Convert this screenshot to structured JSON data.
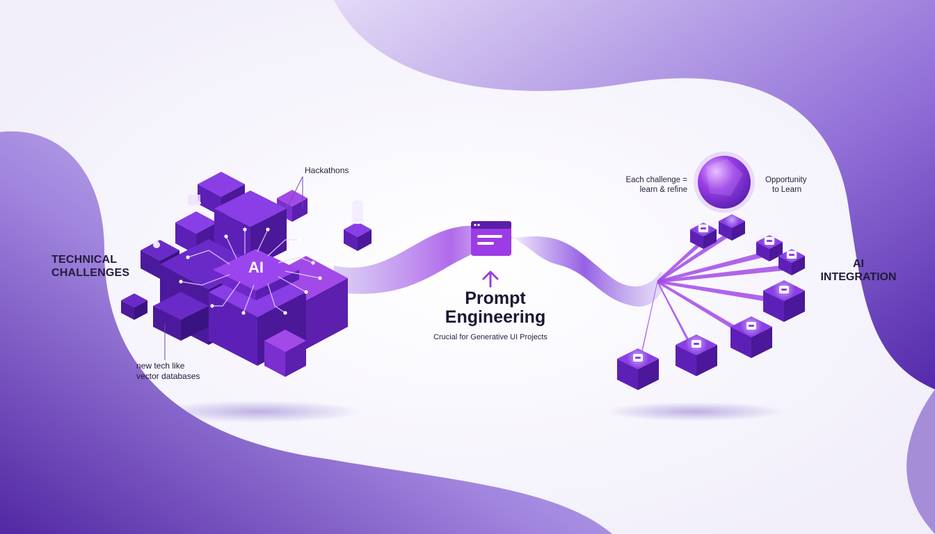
{
  "left_cluster": {
    "title_lines": [
      "TECHNICAL",
      "CHALLENGES"
    ],
    "chip_label": "AI",
    "callout_top": "Hackathons",
    "callout_bottom_lines": [
      "new tech like",
      "vector databases"
    ]
  },
  "center": {
    "title_lines": [
      "Prompt",
      "Engineering"
    ],
    "subtitle": "Crucial for Generative UI Projects",
    "icon": "browser-window-icon",
    "arrow": "arrow-up-icon"
  },
  "right_cluster": {
    "title_lines": [
      "AI",
      "INTEGRATION"
    ],
    "callout_left_lines": [
      "Each challenge =",
      "learn & refine"
    ],
    "callout_right_lines": [
      "Opportunity",
      "to Learn"
    ],
    "node_icons": [
      "chat-icon",
      "chat-icon",
      "battery-icon",
      "image-icon",
      "shield-icon",
      "pulse-icon",
      "heart-icon",
      "image-icon"
    ]
  },
  "colors": {
    "background": "#f1eefa",
    "accent": "#7b2fd6",
    "accent_dark": "#4a1a9a",
    "accent_light": "#a24ae8",
    "text": "#1f1836"
  }
}
